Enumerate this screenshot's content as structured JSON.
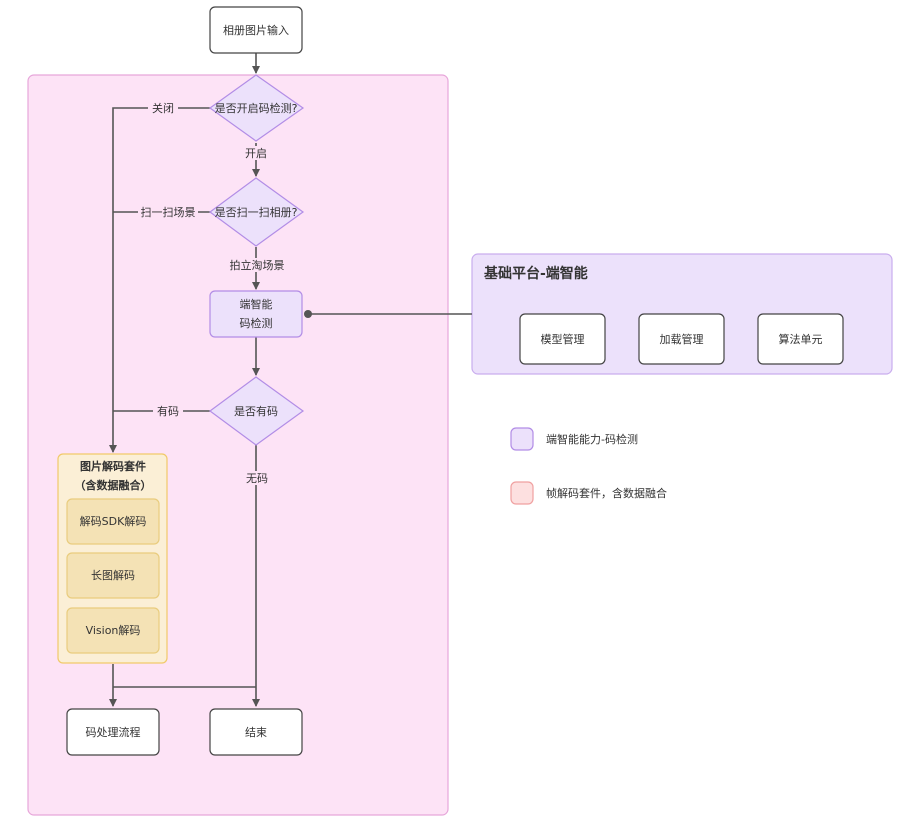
{
  "nodes": {
    "input": "相册图片输入",
    "decision_code_detect": "是否开启码检测?",
    "decision_scan_album": "是否扫一扫相册?",
    "on_device_detect_line1": "端智能",
    "on_device_detect_line2": "码检测",
    "decision_has_code": "是否有码",
    "decode_suite_title_line1": "图片解码套件",
    "decode_suite_title_line2": "（含数据融合）",
    "decode_sdk": "解码SDK解码",
    "long_image_decode": "长图解码",
    "vision_decode": "Vision解码",
    "code_process": "码处理流程",
    "end": "结束"
  },
  "edge_labels": {
    "close": "关闭",
    "open": "开启",
    "scan_scene": "扫一扫场景",
    "pailitao_scene": "拍立淘场景",
    "has_code": "有码",
    "no_code": "无码"
  },
  "platform": {
    "title": "基础平台-端智能",
    "items": [
      "模型管理",
      "加载管理",
      "算法单元"
    ]
  },
  "legend": [
    {
      "label": "端智能能力-码检测",
      "color": "#ece1fb"
    },
    {
      "label": "帧解码套件，含数据融合",
      "color": "#fde0e0"
    }
  ],
  "colors": {
    "pink_container": "#fde3f6",
    "purple_node": "#ece1fb",
    "yellow_suite": "#fbefd6",
    "yellow_item": "#f4e2b5"
  }
}
